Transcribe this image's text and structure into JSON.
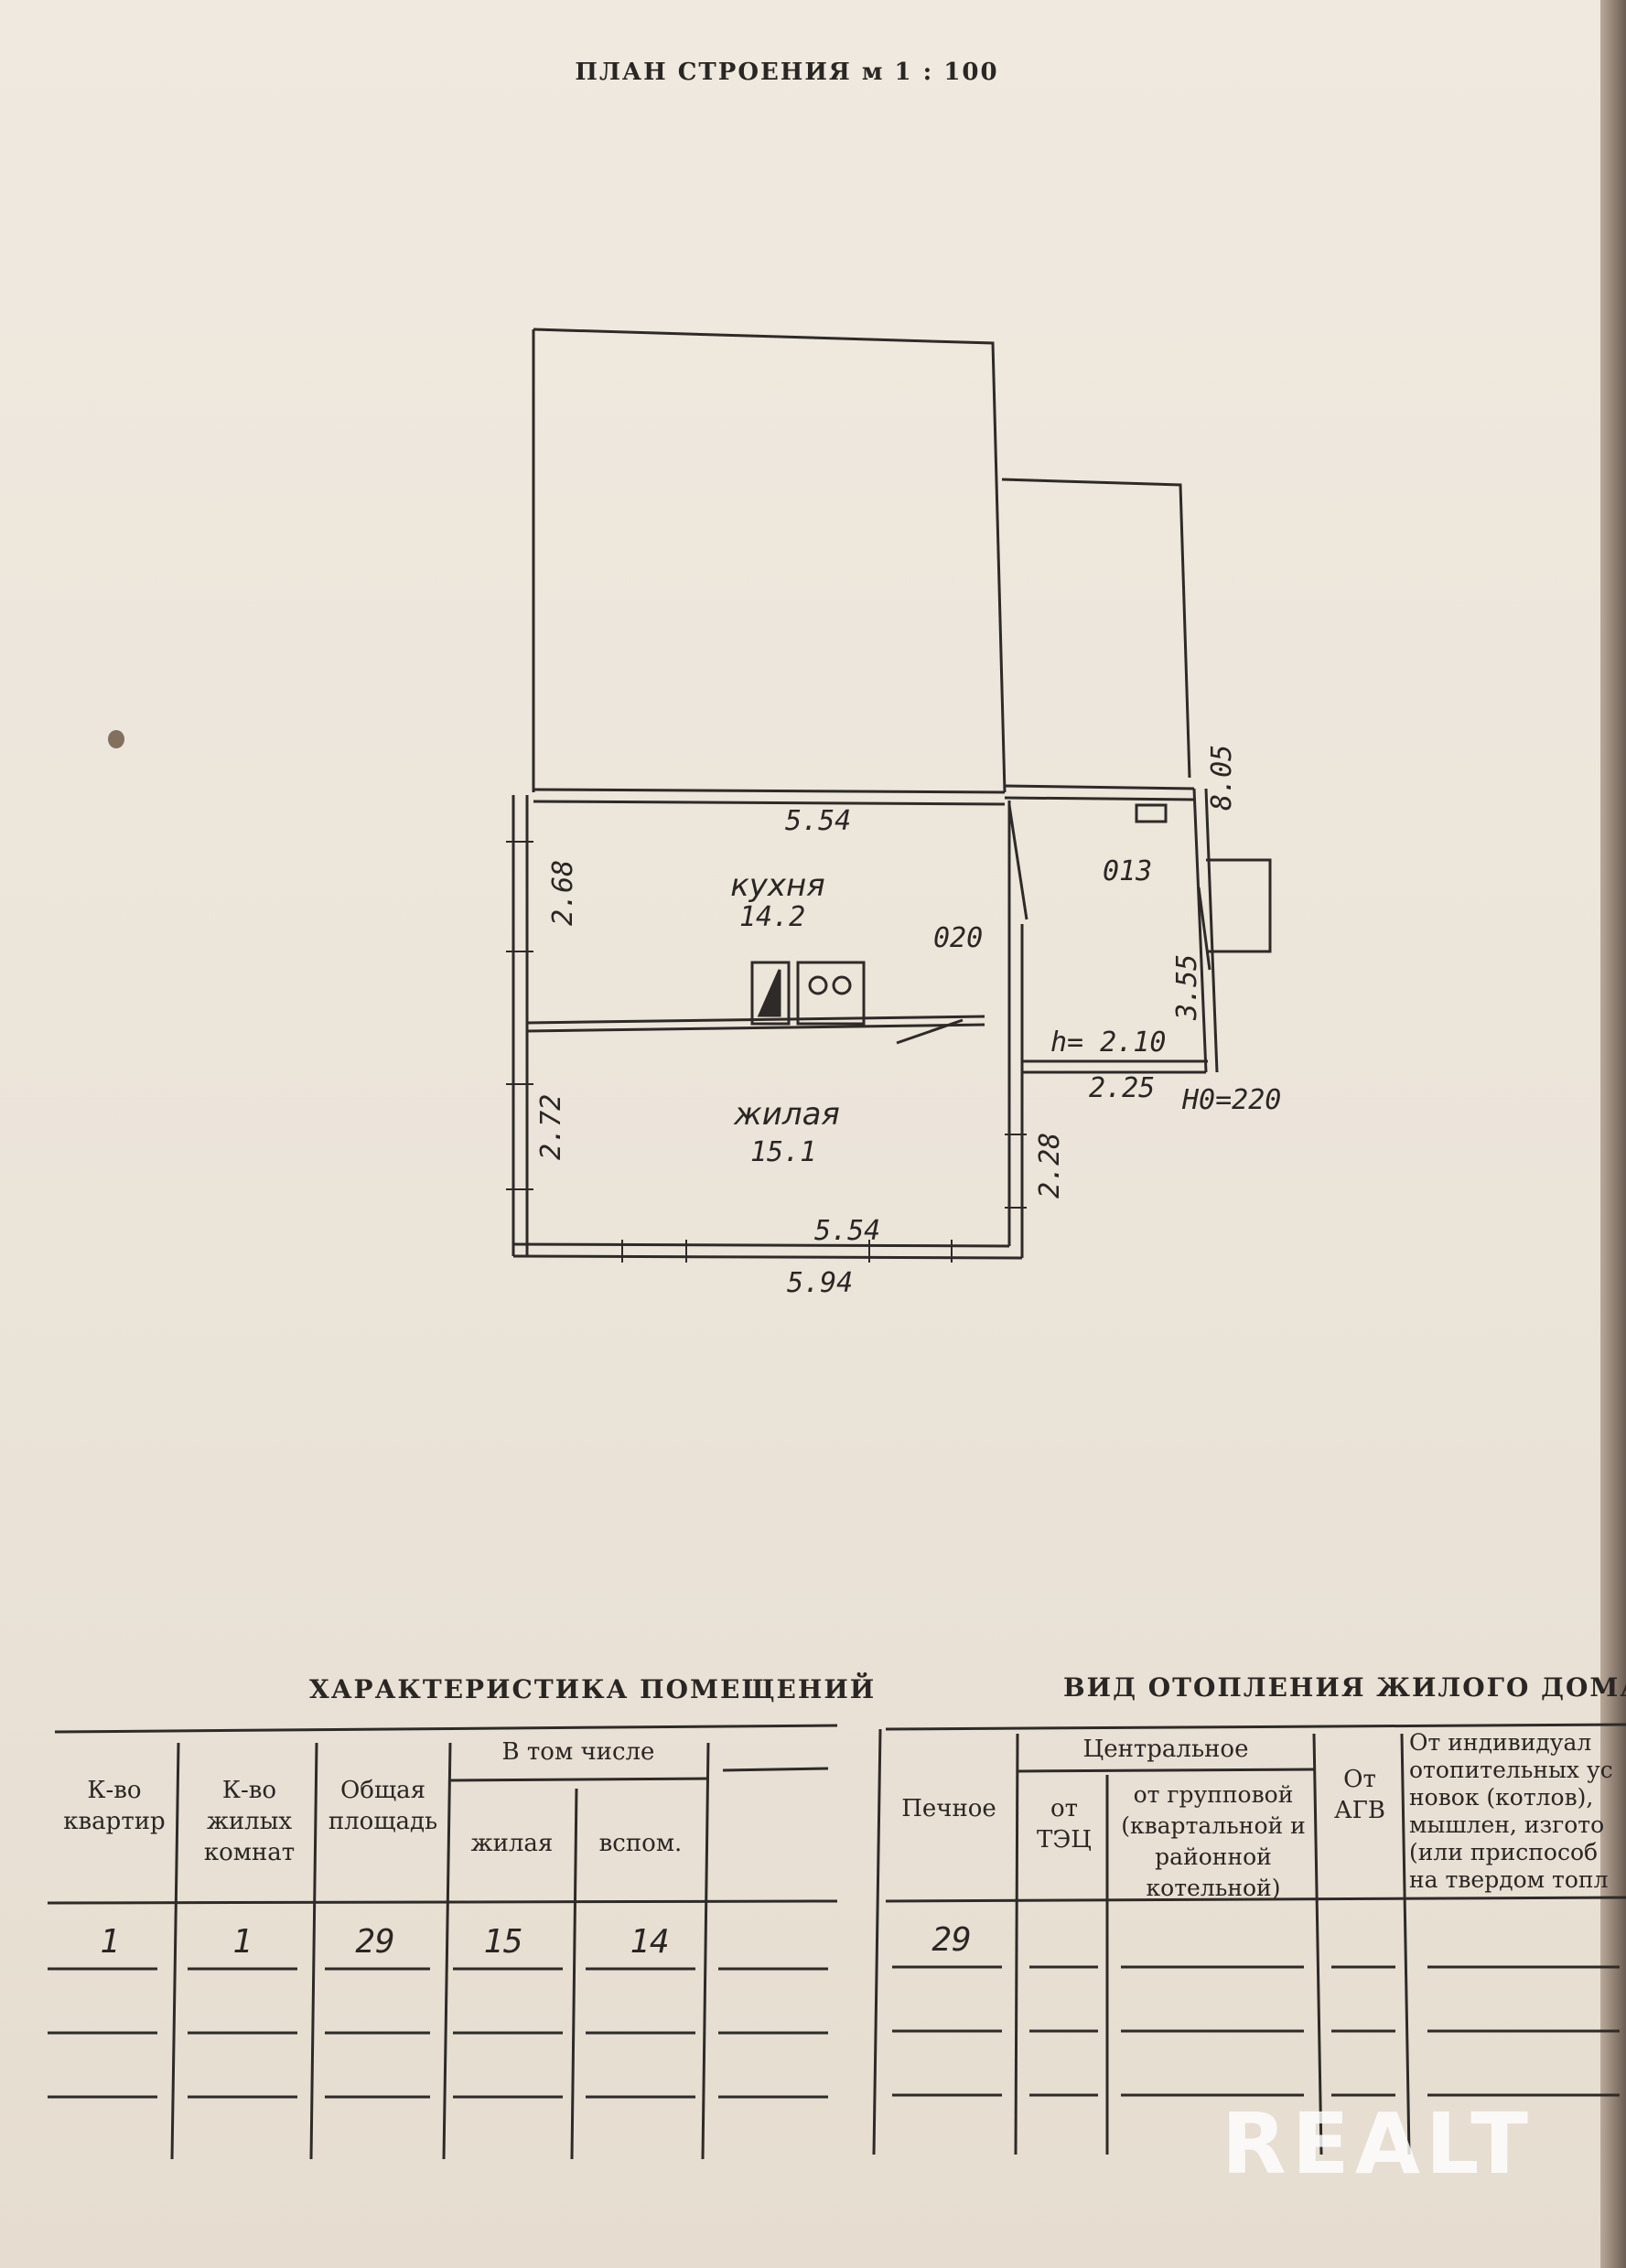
{
  "plan": {
    "title": "ПЛАН СТРОЕНИЯ м 1 : 100",
    "rooms": [
      {
        "name": "кухня",
        "area": "14.2"
      },
      {
        "name": "жилая",
        "area": "15.1"
      }
    ],
    "dimensions": {
      "top_width": "5.54",
      "kitchen_height": "2.68",
      "living_height": "2.72",
      "bottom_inner": "5.54",
      "bottom_outer": "5.94",
      "right_lower": "2.28",
      "annex_side": "8.05",
      "porch_height": "3.55",
      "porch_width": "2.25",
      "h_label": "h= 2.10",
      "H_label": "H0=220",
      "door_020": "020",
      "door_013": "013"
    }
  },
  "table_left": {
    "title": "ХАРАКТЕРИСТИКА ПОМЕЩЕНИЙ",
    "headers": {
      "apartments": "К-во квартир",
      "living_rooms": "К-во жилых комнат",
      "total_area": "Общая площадь",
      "including": "В том числе",
      "living": "жилая",
      "auxiliary": "вспом."
    },
    "row": {
      "apartments": "1",
      "living_rooms": "1",
      "total_area": "29",
      "living": "15",
      "auxiliary": "14"
    }
  },
  "table_right": {
    "title": "ВИД ОТОПЛЕНИЯ ЖИЛОГО ДОМА",
    "headers": {
      "stove": "Печное",
      "central": "Центральное",
      "from_tec": "от ТЭЦ",
      "from_group": "от групповой (квартальной и районной котельной)",
      "from_agv": "От АГВ",
      "individual": "От индивидуал отопительных ус новок (котлов), мышлен, изгото (или приспособ на твердом топл"
    },
    "row": {
      "stove": "29"
    }
  },
  "watermark": "REALT"
}
